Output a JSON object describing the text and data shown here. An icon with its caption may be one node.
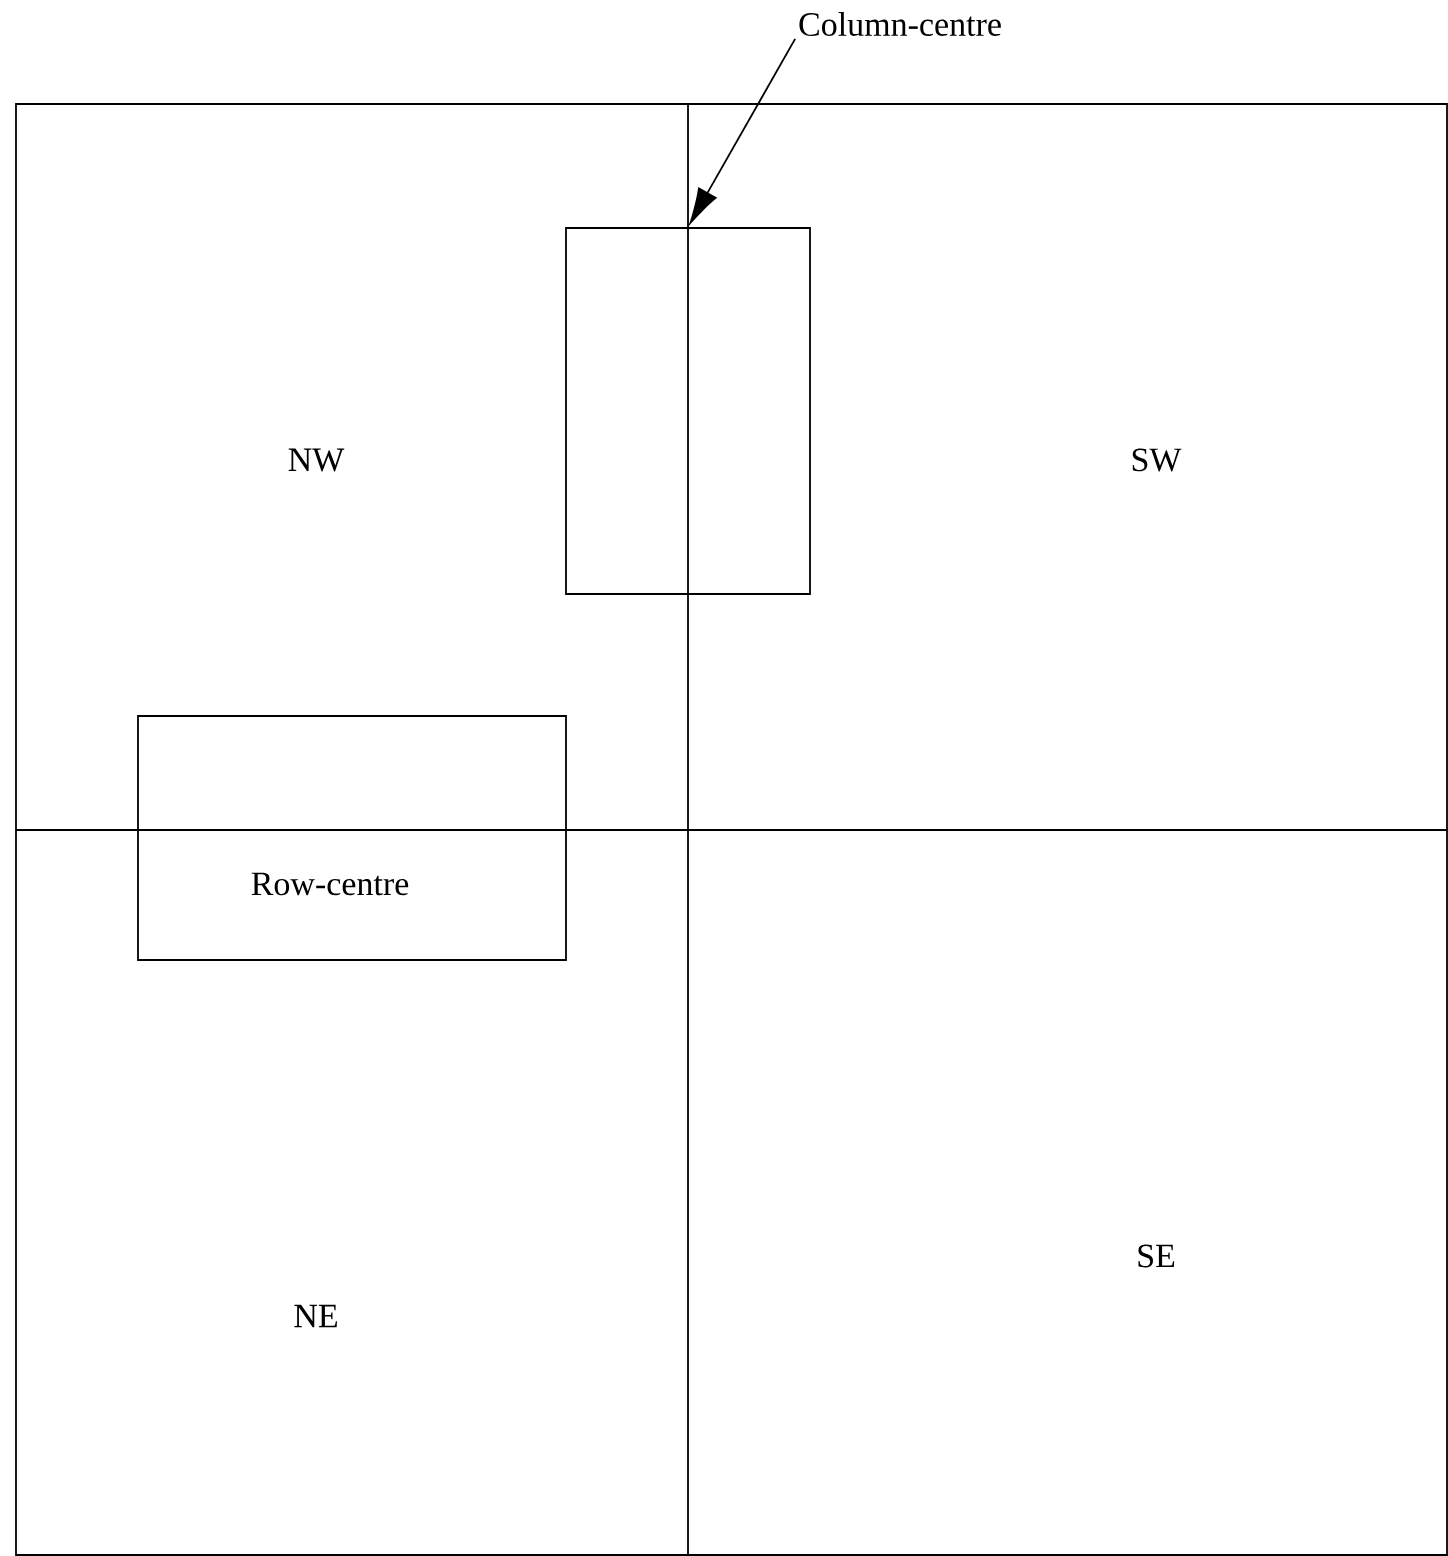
{
  "diagram": {
    "nodes": [
      {
        "text": [
          "Column-centre"
        ]
      },
      {
        "text": [],
        "shape": "box"
      },
      {
        "text": [
          "Row-centre"
        ]
      }
    ],
    "edges": [
      {
        "from": 0,
        "to": 1,
        "arrow": "to"
      }
    ],
    "labels": [
      "NW",
      "SW",
      "NE",
      "SE"
    ]
  }
}
